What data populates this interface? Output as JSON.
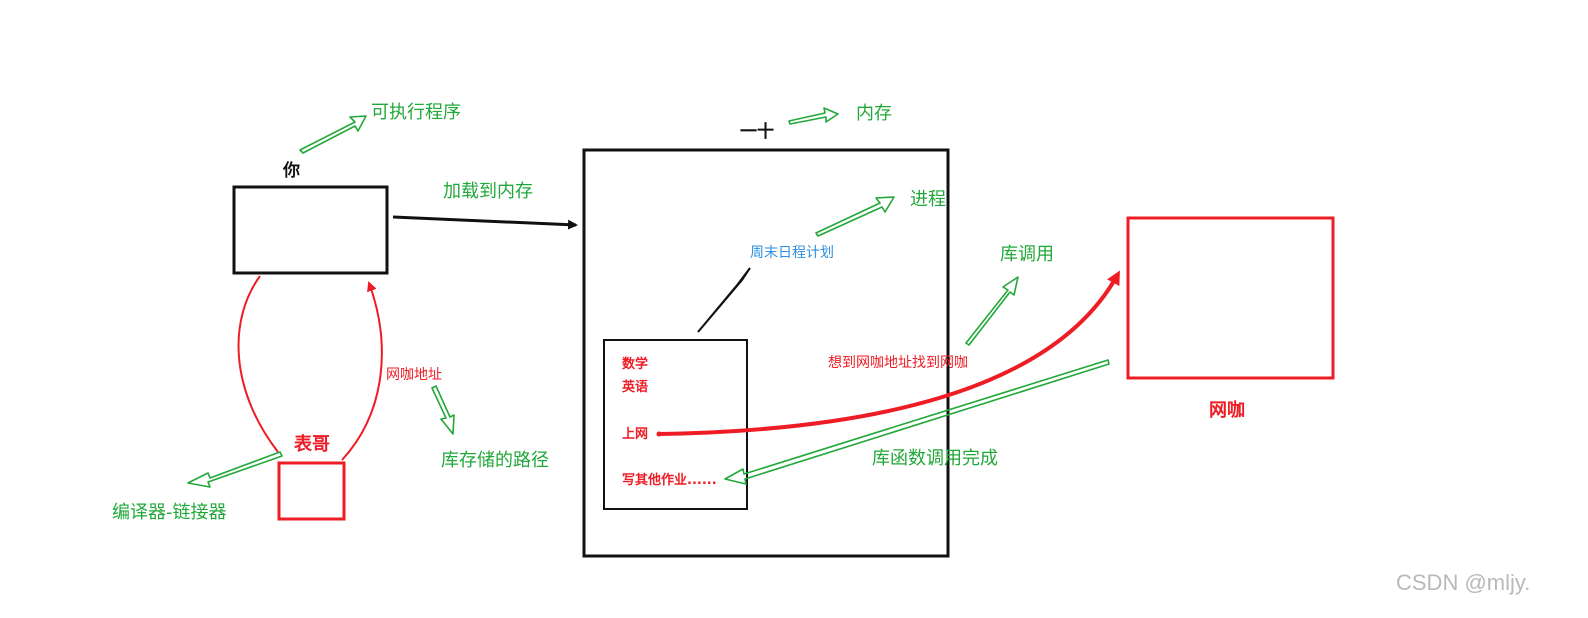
{
  "colors": {
    "green": "#22a83a",
    "red": "#ee1c25",
    "black": "#111111",
    "blue": "#2f8fe0",
    "watermark": "#b9b9b9"
  },
  "labels": {
    "executable": "可执行程序",
    "you": "你",
    "load_to_memory": "加载到内存",
    "ten": "一十",
    "memory": "内存",
    "process": "进程",
    "weekend_plan": "周末日程计划",
    "library_call": "库调用",
    "find_cafe": "想到网咖地址找到网咖",
    "math": "数学",
    "english": "英语",
    "surf": "上网",
    "write_homework": "写其他作业......",
    "cafe": "网咖",
    "library_call_done": "库函数调用完成",
    "cafe_address": "网咖地址",
    "cousin": "表哥",
    "lib_storage_path": "库存储的路径",
    "compiler_linker": "编译器-链接器"
  },
  "watermark": "CSDN @mljy."
}
